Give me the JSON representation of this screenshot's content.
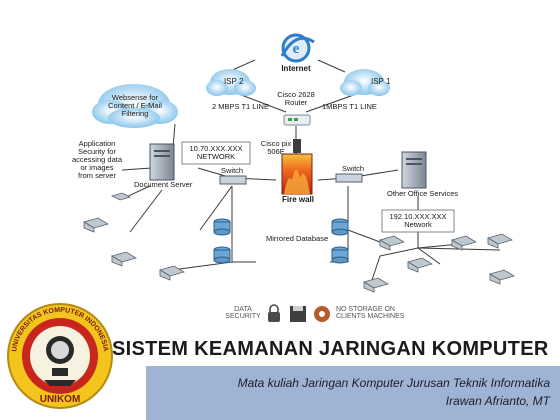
{
  "diagram": {
    "labels": {
      "internet": "Internet",
      "isp2": "ISP 2",
      "isp1": "ISP 1",
      "router": "Cisco 2628\nRouter",
      "link_left": "2 MBPS T1 LINE",
      "link_right": "1MBPS T1 LINE",
      "websense": "Websense for\nContent / E-Mail\nFiltering",
      "app_security": "Application\nSecurity for\naccessing data\nor images\nfrom server",
      "network_left": "10.70.XXX.XXX\nNETWORK",
      "document_server": "Document Server",
      "switch_left": "Switch",
      "pix": "Cisco pix\n506E",
      "switch_right": "Switch",
      "firewall": "Fire wall",
      "other_office": "Other Office Services",
      "network_right": "192.10.XXX.XXX\nNetwork",
      "mirrored_db": "Mirrored Database",
      "data_security": "DATA\nSECURITY",
      "no_storage": "NO STORAGE ON\nCLIENTS MACHINES"
    },
    "icons": [
      "internet-globe-icon",
      "cloud-icon",
      "router-icon",
      "server-icon",
      "firewall-icon",
      "database-icon",
      "client-pc-icon",
      "lock-icon",
      "floppy-disk-icon",
      "no-storage-icon"
    ]
  },
  "slide": {
    "title": "SISTEM KEAMANAN JARINGAN KOMPUTER",
    "subtitle": "Mata kuliah Jaringan Komputer Jurusan Teknik Informatika",
    "author": "Irawan Afrianto, MT"
  },
  "logo": {
    "text_top": "UNIVERSITAS KOMPUTER INDONESIA",
    "text_bottom": "UNIKOM"
  },
  "colors": {
    "band": "#9fb3d4",
    "logo_ring": "#f2c41c",
    "logo_red": "#c8261c",
    "fire": "#e2572a",
    "internet_blue": "#2f7cc8"
  }
}
